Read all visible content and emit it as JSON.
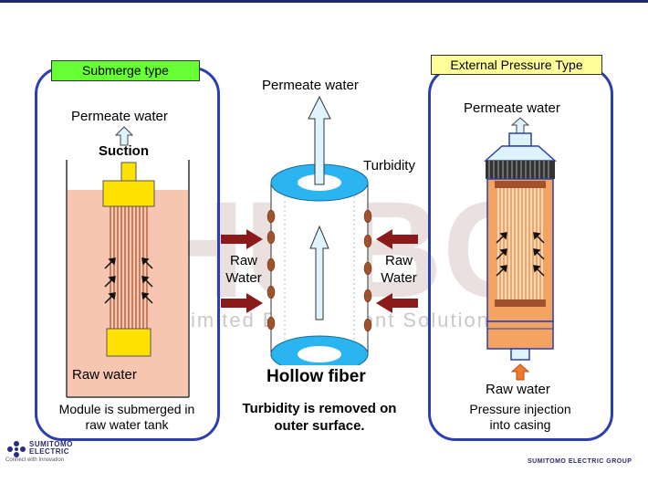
{
  "submerge": {
    "tag": "Submerge type",
    "permeate": "Permeate water",
    "suction": "Suction",
    "raw_water": "Raw water",
    "caption_line1": "Module is submerged in",
    "caption_line2": "raw water tank"
  },
  "center": {
    "permeate": "Permeate water",
    "turbidity": "Turbidity",
    "raw_left_line1": "Raw",
    "raw_left_line2": "Water",
    "raw_right_line1": "Raw",
    "raw_right_line2": "Water",
    "title": "Hollow fiber",
    "caption_line1": "Turbidity is removed on",
    "caption_line2": "outer surface."
  },
  "external": {
    "tag": "External Pressure Type",
    "permeate": "Permeate water",
    "raw_water": "Raw water",
    "caption_line1": "Pressure injection",
    "caption_line2": "into casing"
  },
  "watermark": {
    "text": "Unlimited Environment Solutions"
  },
  "footer": {
    "brand_line1": "SUMITOMO",
    "brand_line2": "ELECTRIC",
    "tagline": "Connect with Innovation",
    "group": "SUMITOMO ELECTRIC GROUP"
  },
  "colors": {
    "panel_border": "#2b3fb0",
    "tank_water": "#f7c6b0",
    "module_yellow": "#ffe100",
    "fiber_blue": "#2ab4f0",
    "arrow_red": "#8b1a1a",
    "casing_orange": "#f4a460",
    "tag_green": "#66ff33",
    "tag_yellow": "#ffff99"
  }
}
